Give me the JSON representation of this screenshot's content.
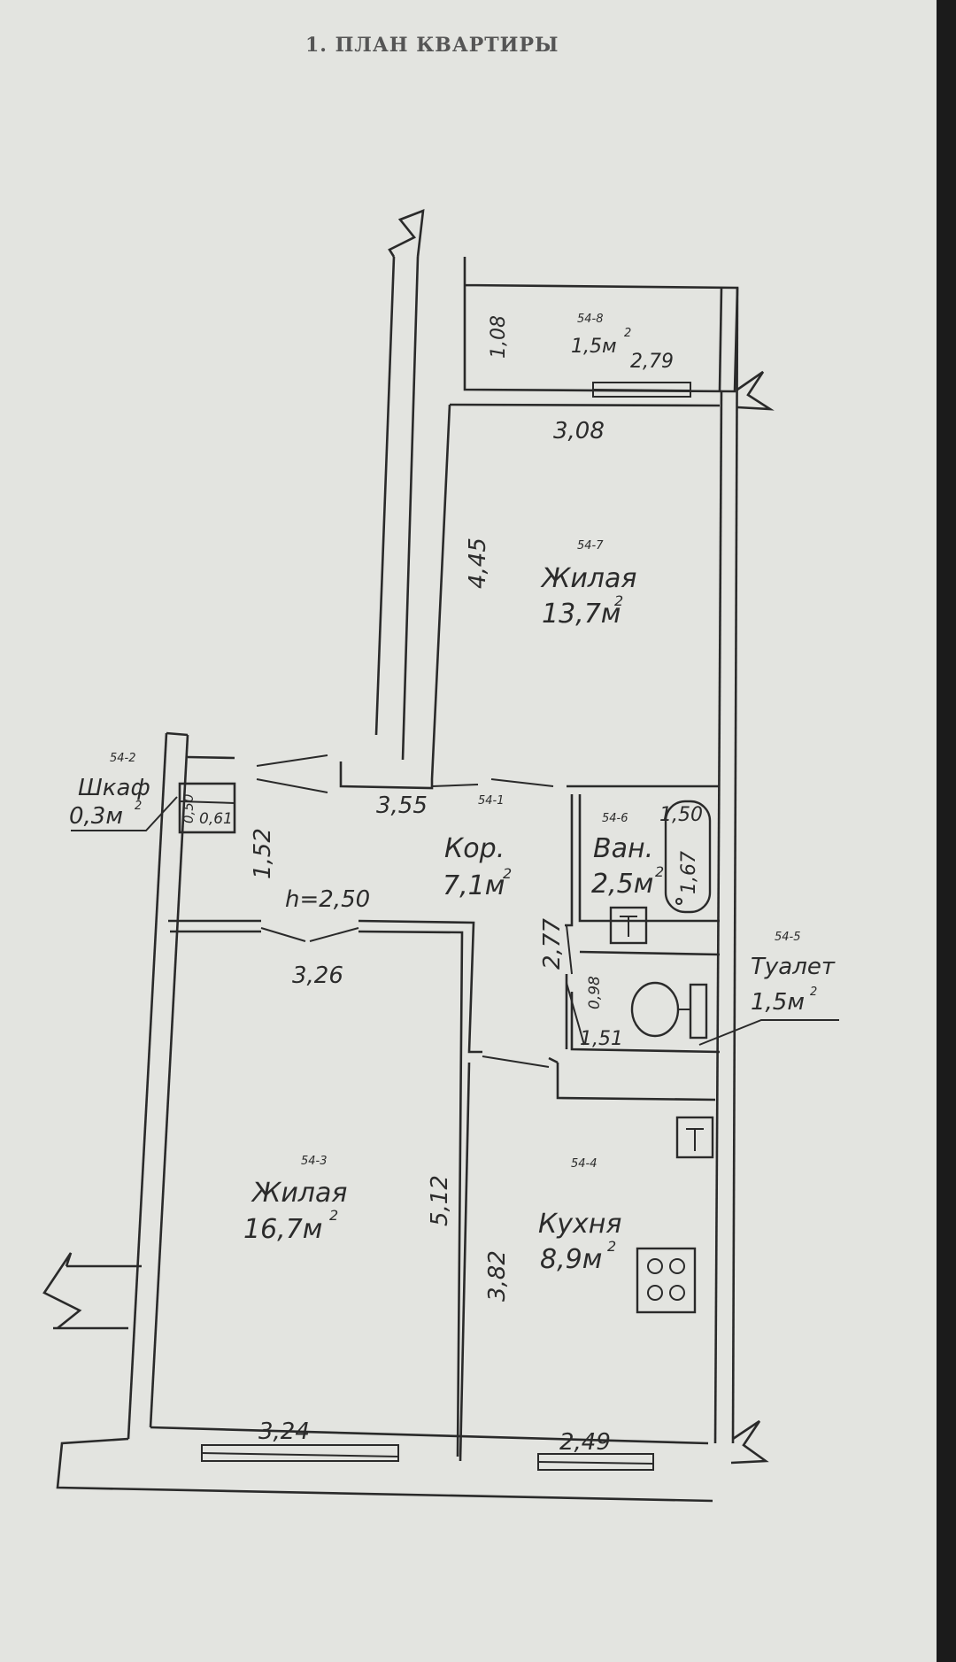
{
  "title": "1. ПЛАН КВАРТИРЫ",
  "ceiling_height": "h=2,50",
  "rooms": {
    "balcony": {
      "code": "54-8",
      "area": "1,5м",
      "sup": "2"
    },
    "living1": {
      "code": "54-7",
      "name": "Жилая",
      "area": "13,7м",
      "sup": "2"
    },
    "closet": {
      "code": "54-2",
      "name": "Шкаф",
      "area": "0,3м",
      "sup": "2"
    },
    "corridor": {
      "code": "54-1",
      "name": "Кор.",
      "area": "7,1м",
      "sup": "2"
    },
    "bath": {
      "code": "54-6",
      "name": "Ван.",
      "area": "2,5м",
      "sup": "2"
    },
    "toilet": {
      "code": "54-5",
      "name": "Туалет",
      "area": "1,5м",
      "sup": "2"
    },
    "living2": {
      "code": "54-3",
      "name": "Жилая",
      "area": "16,7м",
      "sup": "2"
    },
    "kitchen": {
      "code": "54-4",
      "name": "Кухня",
      "area": "8,9м",
      "sup": "2"
    }
  },
  "dims": {
    "balcony_h": "1,08",
    "balcony_w": "2,79",
    "living1_w": "3,08",
    "living1_h": "4,45",
    "corridor_w": "3,55",
    "corridor_h": "1,52",
    "closet_d": "0,50",
    "closet_w": "0,61",
    "bath_w": "1,50",
    "bath_h": "1,67",
    "wet_h": "2,77",
    "toilet_h": "0,98",
    "toilet_w": "1,51",
    "living2_top": "3,26",
    "living2_h": "5,12",
    "living2_bottom": "3,24",
    "kitchen_h": "3,82",
    "kitchen_w": "2,49"
  }
}
